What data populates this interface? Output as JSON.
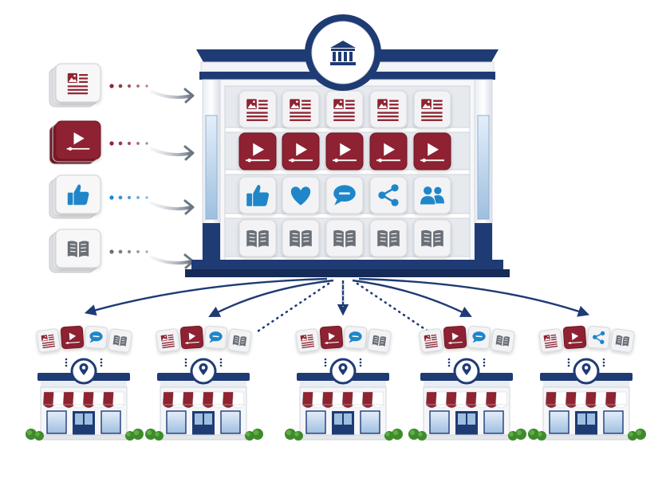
{
  "colors": {
    "navy": "#1f3b74",
    "navy_dark": "#162b57",
    "maroon": "#8e2431",
    "blue_icon": "#1f86c9",
    "gray_icon": "#6b7078",
    "tile_bg": "#f3f3f5",
    "glass": "#cfe0f2",
    "shrub": "#3f8a2c"
  },
  "hub": {
    "emblem_icon": "bank-columns-icon",
    "shelves": [
      {
        "icon": "article-icon",
        "color": "maroon",
        "style": "light"
      },
      {
        "icon": "video-play-icon",
        "color": "maroon",
        "style": "dark"
      },
      {
        "icon": "social-icons",
        "color": "blue",
        "style": "light"
      },
      {
        "icon": "open-book-icon",
        "color": "gray",
        "style": "light"
      }
    ],
    "social_row_icons": [
      "thumbs-up-icon",
      "heart-icon",
      "chat-bubble-icon",
      "share-icon",
      "users-icon"
    ]
  },
  "inputs": [
    {
      "icon": "article-icon",
      "color": "maroon"
    },
    {
      "icon": "video-play-icon",
      "color": "maroon"
    },
    {
      "icon": "thumbs-up-icon",
      "color": "blue"
    },
    {
      "icon": "open-book-icon",
      "color": "gray"
    }
  ],
  "branches": [
    {
      "pin_icon": "location-pin-icon",
      "icons": [
        "article-icon",
        "video-play-icon",
        "chat-bubble-icon",
        "open-book-icon"
      ]
    },
    {
      "pin_icon": "location-pin-icon",
      "icons": [
        "article-icon",
        "video-play-icon",
        "chat-bubble-icon",
        "open-book-icon"
      ]
    },
    {
      "pin_icon": "location-pin-icon",
      "icons": [
        "article-icon",
        "video-play-icon",
        "chat-bubble-icon",
        "open-book-icon"
      ]
    },
    {
      "pin_icon": "location-pin-icon",
      "icons": [
        "article-icon",
        "video-play-icon",
        "chat-bubble-icon",
        "open-book-icon"
      ]
    },
    {
      "pin_icon": "location-pin-icon",
      "icons": [
        "article-icon",
        "video-play-icon",
        "share-icon",
        "open-book-icon"
      ]
    }
  ]
}
